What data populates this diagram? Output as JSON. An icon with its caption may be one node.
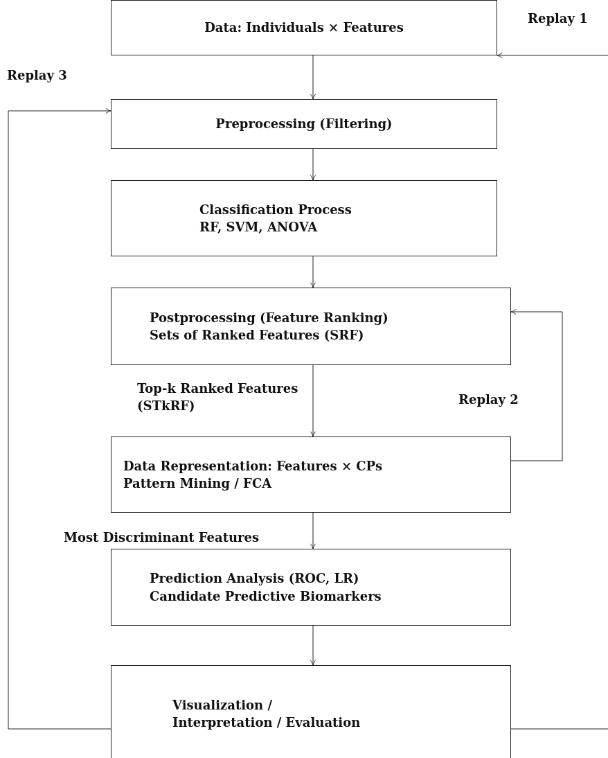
{
  "diagram": {
    "nodes": [
      {
        "text": [
          "Data: Individuals × Features"
        ]
      },
      {
        "text": [
          "Preprocessing (Filtering)"
        ]
      },
      {
        "text": [
          "Classification Process",
          "RF, SVM, ANOVA"
        ]
      },
      {
        "text": [
          "Postprocessing (Feature Ranking)",
          "Sets of Ranked Features (SRF)"
        ]
      },
      {
        "text": [
          "Data Representation: Features × CPs",
          "Pattern Mining / FCA"
        ]
      },
      {
        "text": [
          "Prediction Analysis (ROC, LR)",
          "Candidate Predictive Biomarkers"
        ]
      },
      {
        "text": [
          "Visualization / Interpretation / Evaluation"
        ]
      }
    ],
    "edges": [
      {
        "from": 0,
        "to": 1,
        "arrow": "to"
      },
      {
        "from": 1,
        "to": 2,
        "arrow": "to"
      },
      {
        "from": 2,
        "to": 3,
        "arrow": "to"
      },
      {
        "from": 3,
        "to": 4,
        "arrow": "to",
        "label": "Top-k Ranked Features (STkRF)"
      },
      {
        "from": 4,
        "to": 5,
        "arrow": "to",
        "label": "Most Discriminant Features"
      },
      {
        "from": 5,
        "to": 6,
        "arrow": "to"
      },
      {
        "from": 4,
        "to": 3,
        "arrow": "to",
        "label": "Replay 2"
      },
      {
        "from": 6,
        "to": 1,
        "arrow": "to",
        "label": "Replay 3"
      },
      {
        "from": 6,
        "to": null,
        "arrow": "none"
      },
      {
        "from": null,
        "to": 0,
        "arrow": "to",
        "label": "Replay 1"
      }
    ]
  }
}
